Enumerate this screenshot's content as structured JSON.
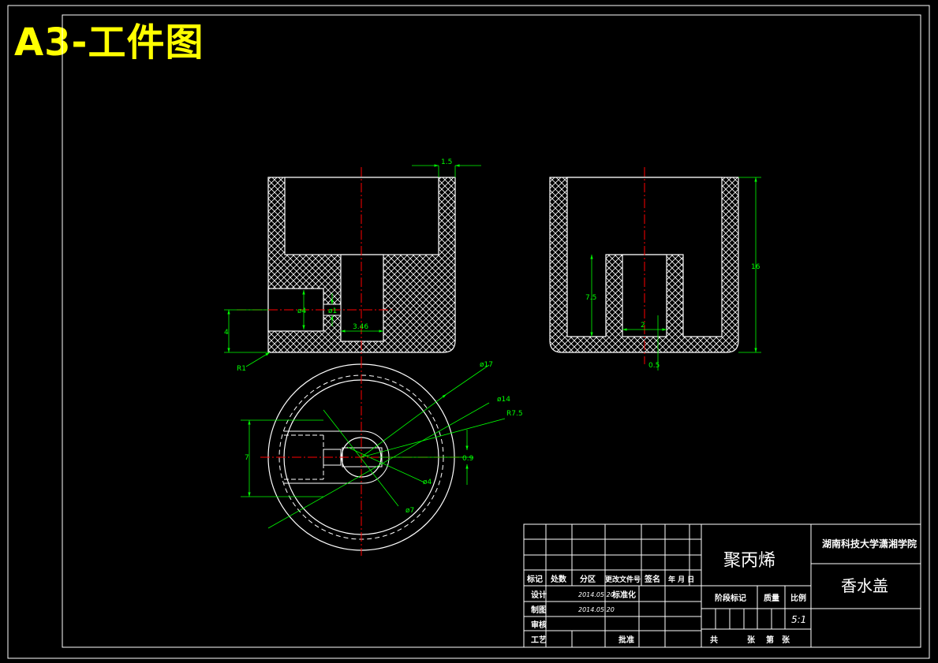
{
  "sheet": {
    "title": "A3-工件图"
  },
  "section_left": {
    "dims": {
      "top_width": "1.5",
      "bore": "ø4",
      "hole": "ø1",
      "slot": "3.46",
      "height": "4",
      "radius": "R1"
    }
  },
  "section_right": {
    "dims": {
      "height": "16",
      "inner_height": "7.5",
      "inner_width": "2",
      "wall": "0.5"
    }
  },
  "plan_view": {
    "dims": {
      "outer": "ø17",
      "dash": "ø14",
      "radius": "R7.5",
      "slot": "0.9",
      "bore": "ø4",
      "hub": "ø7",
      "width": "7"
    }
  },
  "title_block": {
    "material": "聚丙烯",
    "school": "湖南科技大学潇湘学院",
    "part_name": "香水盖",
    "row_headers": [
      "标记",
      "处数",
      "分区",
      "更改文件号",
      "签名",
      "年 月 日"
    ],
    "design_label": "设计",
    "draw_label": "制图",
    "review_label": "审核",
    "process_label": "工艺",
    "design_date": "2014.05.20",
    "draw_date": "2014.05.20",
    "standard_label": "标准化",
    "approve_label": "批准",
    "stage_label": "阶段标记",
    "mass_label": "质量",
    "scale_label": "比例",
    "scale_value": "5:1",
    "sheet_total": "共",
    "sheet_unit": "张",
    "sheet_no": "第",
    "sheet_unit2": "张"
  }
}
